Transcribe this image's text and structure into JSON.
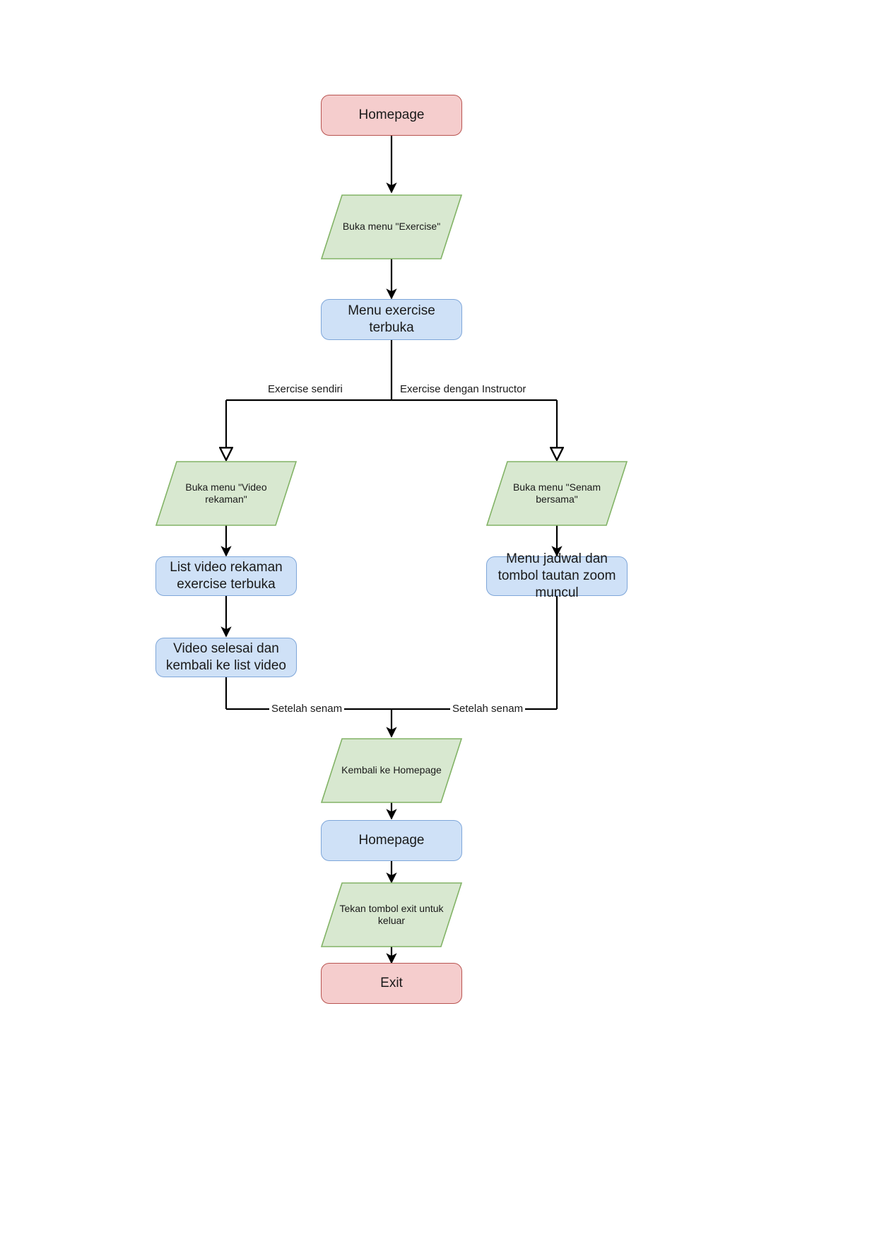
{
  "diagram": {
    "title": "Exercise flow flowchart",
    "colors": {
      "terminator_fill": "#f5cdcd",
      "terminator_stroke": "#b85450",
      "process_fill": "#cfe1f7",
      "process_stroke": "#7ea6d9",
      "io_fill": "#d8e8d0",
      "io_stroke": "#82b366",
      "edge_stroke": "#000000",
      "background": "#ffffff"
    },
    "nodes": {
      "start_homepage": "Homepage",
      "open_exercise_menu": "Buka menu \"Exercise\"",
      "exercise_menu_open": "Menu exercise\nterbuka",
      "open_video_menu": "Buka menu \"Video\nrekaman\"",
      "open_senam_menu": "Buka menu \"Senam\nbersama\"",
      "video_list_open": "List video rekaman\nexercise terbuka",
      "schedule_menu": "Menu jadwal dan\ntombol tautan zoom\nmuncul",
      "video_finished": "Video selesai dan\nkembali ke list video",
      "back_to_homepage": "Kembali ke Homepage",
      "homepage_again": "Homepage",
      "press_exit": "Tekan tombol exit untuk\nkeluar",
      "exit": "Exit"
    },
    "edge_labels": {
      "exercise_alone": "Exercise sendiri",
      "exercise_with_instructor": "Exercise dengan Instructor",
      "after_senam_left": "Setelah senam",
      "after_senam_right": "Setelah senam"
    }
  }
}
